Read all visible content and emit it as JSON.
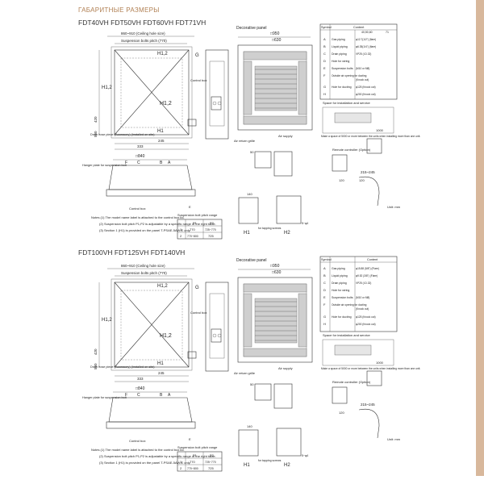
{
  "header": "ГАБАРИТНЫЕ РАЗМЕРЫ",
  "sections": [
    {
      "title": "FDT40VH FDT50VH FDT60VH FDT71VH",
      "symbols": [
        {
          "sym": "A",
          "content": "Gas piping",
          "v1": "φ12.7(1/2\") (flare)",
          "v2": "φ15.88(5/8\") (flare)"
        },
        {
          "sym": "B",
          "content": "Liquid piping",
          "v1": "φ6.35(1/4\") (flare)",
          "v2": "φ9.52(3/8\") (flare)"
        },
        {
          "sym": "C",
          "content": "Drain piping",
          "v1": "VP25 (I.D.32)",
          "v2": ""
        },
        {
          "sym": "D",
          "content": "Hole for wiring",
          "v1": "",
          "v2": ""
        },
        {
          "sym": "E",
          "content": "Suspension bolts",
          "v1": "(M10 or M8)",
          "v2": ""
        },
        {
          "sym": "F",
          "content": "Outside air opening for ducting",
          "v1": "(Knock out)",
          "v2": ""
        },
        {
          "sym": "G",
          "content": "Hole for ducting",
          "v1": "φ125 (Knock out)",
          "v2": ""
        },
        {
          "sym": "H",
          "content": "",
          "v1": "φ200 (Knock out)",
          "v2": ""
        }
      ],
      "table_header": {
        "sym": "Symbol",
        "content": "Content",
        "models": "40,50,60",
        "model2": "71"
      }
    },
    {
      "title": "FDT100VH FDT125VH FDT140VH",
      "symbols": [
        {
          "sym": "A",
          "content": "Gas piping",
          "v1": "φ15.88 (5/8\") (Flare)",
          "v2": ""
        },
        {
          "sym": "B",
          "content": "Liquid piping",
          "v1": "φ9.52 (3/8\") (Flare)",
          "v2": ""
        },
        {
          "sym": "C",
          "content": "Drain piping",
          "v1": "VP25 (I.D.32)",
          "v2": ""
        },
        {
          "sym": "D",
          "content": "Hole for wiring",
          "v1": "",
          "v2": ""
        },
        {
          "sym": "E",
          "content": "Suspension bolts",
          "v1": "(M10 or M8)",
          "v2": ""
        },
        {
          "sym": "F",
          "content": "Outside air opening for ducting",
          "v1": "(Knock out)",
          "v2": ""
        },
        {
          "sym": "G",
          "content": "Hole for ducting",
          "v1": "φ125 (Knock out)",
          "v2": ""
        },
        {
          "sym": "H",
          "content": "",
          "v1": "φ200 (Knock out)",
          "v2": ""
        }
      ],
      "table_header": {
        "sym": "Symbol",
        "content": "Content"
      }
    }
  ],
  "labels": {
    "ceiling_hole": "860~910 (Ceiling hole size)",
    "bolt_pitch": "Suspension bolts pitch (770)",
    "decorative_panel": "Decorative panel",
    "d950": "□950",
    "d630": "□630",
    "d840": "□840",
    "d420": "420",
    "d560": "560",
    "d245": "245",
    "d333": "333",
    "h1_2": "H1,2",
    "h1": "H1",
    "h2": "H2",
    "g": "G",
    "control_box": "Control box",
    "drain_hose": "Drain hose piece (Accessory) (Installed on site)",
    "air_return": "Air return grille",
    "air_supply": "Air supply",
    "hanger_plate": "Hanger plate for suspension bolt",
    "space_service": "Space for installation and service",
    "make_space": "Make a space of 5000 or more between the units when installing more than one unit.",
    "remote_ctrl": "Remote controller (Option)",
    "unit_mm": "Unit: mm",
    "bolt_range": "Suspension bolt pitch range",
    "tapping_screws": "for tapping screws",
    "label_a": "A",
    "label_b": "B",
    "label_c": "C",
    "label_d": "D",
    "label_e": "E",
    "label_f": "F",
    "d215_245": "215~245",
    "d120": "120",
    "d140": "140",
    "d4_4": "5~φ4",
    "d50": "50",
    "d75": "75",
    "d1000": "1000"
  },
  "bolt_table": {
    "headers": [
      "",
      "P1",
      "P2"
    ],
    "rows": [
      [
        "1",
        "770",
        "725~770"
      ],
      [
        "2",
        "770~800",
        "725"
      ]
    ]
  },
  "notes": [
    "Notes (1) The model name label is attached to the control box lid.",
    "(2) Suspension bolt pitch P1,P2 is adjustable by a specific range of the right table.",
    "(3) Section 1 (H1) is provided on the panel T-PSAE-5AW-E only."
  ],
  "colors": {
    "accent": "#d8b89c",
    "header": "#b07f52",
    "grille": "#cfcfcf"
  }
}
